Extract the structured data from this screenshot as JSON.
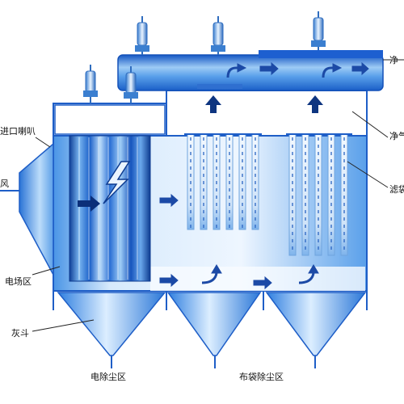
{
  "labels": {
    "inlet_horn": "进口喇叭",
    "inlet_partial": "风",
    "outlet_partial": "净",
    "clean_chamber_partial": "净气",
    "filter_bag_partial": "滤袋",
    "electric_field_zone": "电场区",
    "ash_hopper": "灰斗",
    "electrostatic_zone": "电除尘区",
    "bag_filter_zone": "布袋除尘区"
  },
  "colors": {
    "main_blue": "#1a6fd6",
    "light_blue": "#d9ecff",
    "mid_blue": "#8fc4f3",
    "dark_blue": "#0b3f8f",
    "arrow_blue": "#1c4aa6",
    "frame": "#1e5ec7"
  },
  "icons": {
    "lightning": "lightning-bolt-icon",
    "flow_arrow": "flow-arrow-icon",
    "valve": "pulse-valve-icon"
  }
}
